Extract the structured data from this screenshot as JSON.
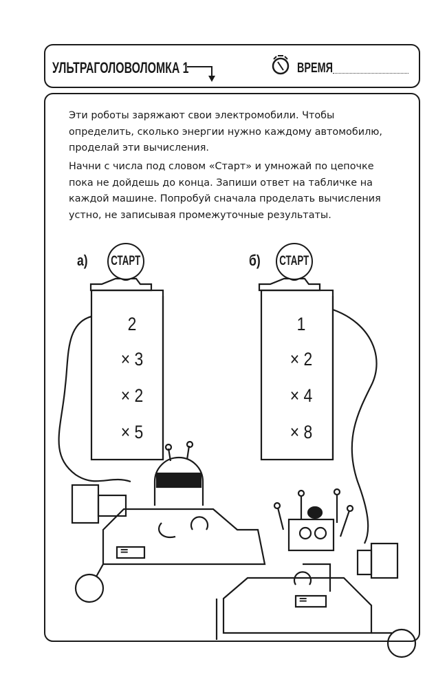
{
  "header": {
    "title": "УЛЬТРАГОЛОВОЛОМКА 1",
    "time_label": "ВРЕМЯ",
    "clock_icon": "alarm-clock-icon"
  },
  "instructions": {
    "paragraph1": [
      "Эти роботы заряжают свои электромобили. Чтобы",
      "определить, сколько энергии нужно каждому автомобилю,",
      "проделай эти вычисления."
    ],
    "paragraph2": [
      "Начни с числа под словом «Старт» и умножай по цепочке",
      "пока не дойдешь до конца. Запиши ответ на табличке на",
      "каждой машине. Попробуй сначала проделать вычисления",
      "устно, не записывая промежуточные результаты."
    ]
  },
  "puzzles": [
    {
      "label": "а)",
      "start": "СТАРТ",
      "steps": [
        "2",
        "× 3",
        "× 2",
        "× 5"
      ],
      "answer_sign": "="
    },
    {
      "label": "б)",
      "start": "СТАРТ",
      "steps": [
        "1",
        "× 2",
        "× 4",
        "× 8"
      ],
      "answer_sign": "="
    }
  ]
}
